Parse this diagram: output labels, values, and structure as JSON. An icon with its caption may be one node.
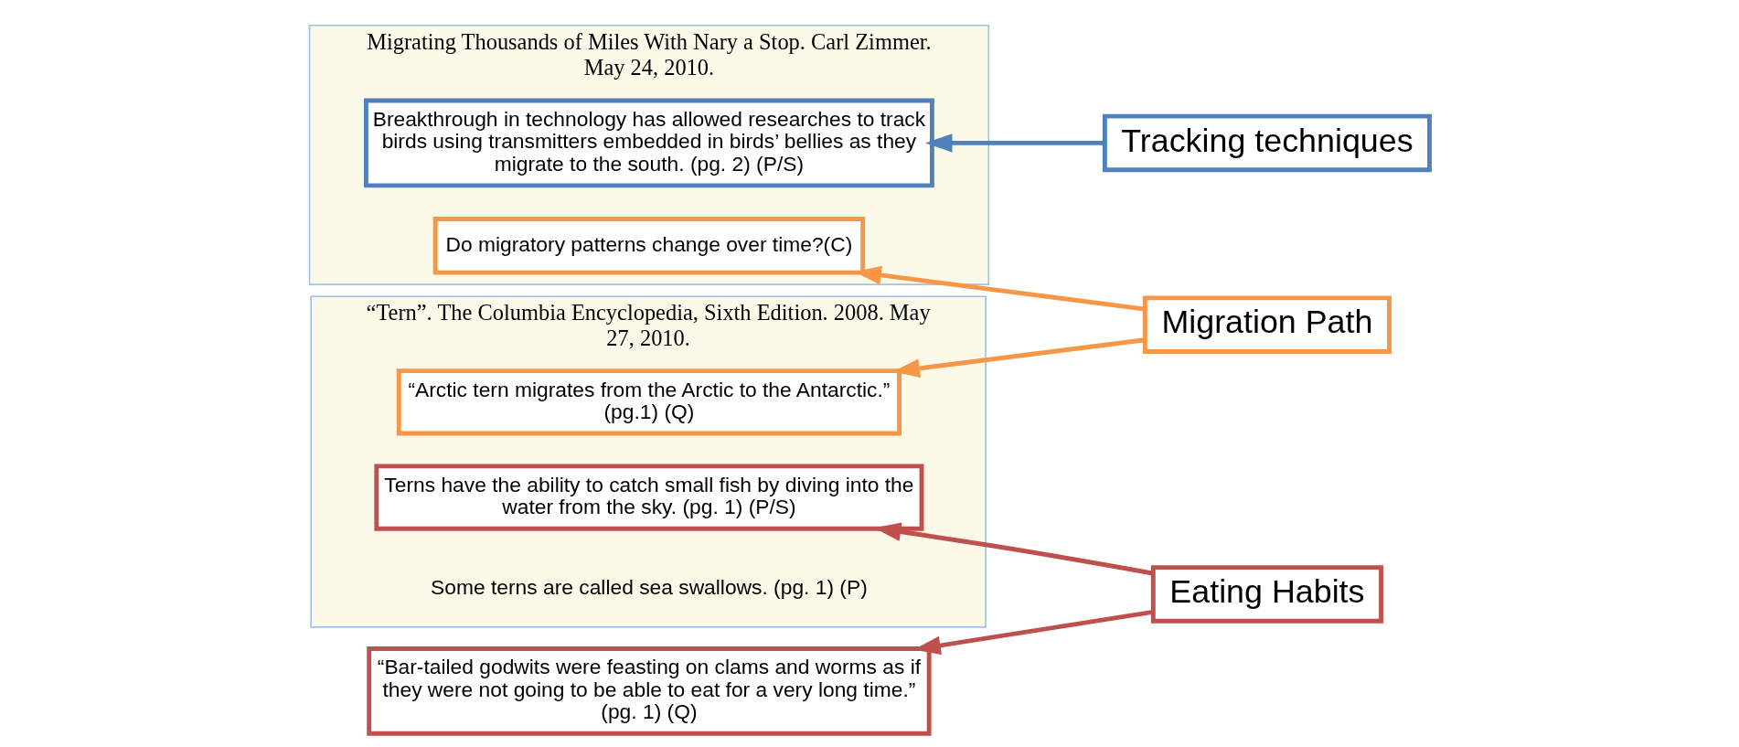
{
  "diagram": {
    "nodes": [
      {
        "text": [
          "Migrating Thousands of Miles With Nary a Stop. Carl Zimmer. May 24, 2010."
        ]
      },
      {
        "text": [
          "Do migratory patterns change over time?(C)"
        ],
        "in": 0
      },
      {
        "text": [
          "Breakthrough in technology has allowed researches to track birds using transmitters embedded in birds’ bellies as they migrate to the south. (pg. 2) (P/S)"
        ],
        "in": 0
      },
      {
        "text": [
          "“Bar-tailed godwits were feasting on clams and worms as if they were not going to be able to eat for a very long time.” (pg. 1) (Q)"
        ]
      },
      {
        "text": [
          "“Tern”. The Columbia Encyclopedia, Sixth Edition. 2008. May 27, 2010."
        ]
      },
      {
        "text": [
          "“Arctic tern migrates from the Arctic to the Antarctic.” (pg.1) (Q)"
        ],
        "in": 4
      },
      {
        "text": [
          "Terns have the ability to catch small fish by diving into the water from the sky. (pg. 1) (P/S)"
        ],
        "in": 4
      },
      {
        "text": [
          "Some terns are called sea swallows. (pg. 1) (P)"
        ],
        "in": 4
      },
      {
        "text": [
          "Migration Path"
        ]
      },
      {
        "text": [
          "Tracking techniques"
        ]
      },
      {
        "text": [
          "Eating Habits"
        ]
      }
    ],
    "edges": [
      {
        "from": 8,
        "to": 1,
        "arrow": "to",
        "color": "#f79646"
      },
      {
        "from": 8,
        "to": 5,
        "arrow": "to",
        "color": "#f79646"
      },
      {
        "from": 9,
        "to": 2,
        "arrow": "to",
        "color": "#4f81bd"
      },
      {
        "from": 10,
        "to": 3,
        "arrow": "to",
        "color": "#c0504d"
      },
      {
        "from": 10,
        "to": 6,
        "arrow": "to",
        "color": "#c0504d"
      }
    ]
  }
}
